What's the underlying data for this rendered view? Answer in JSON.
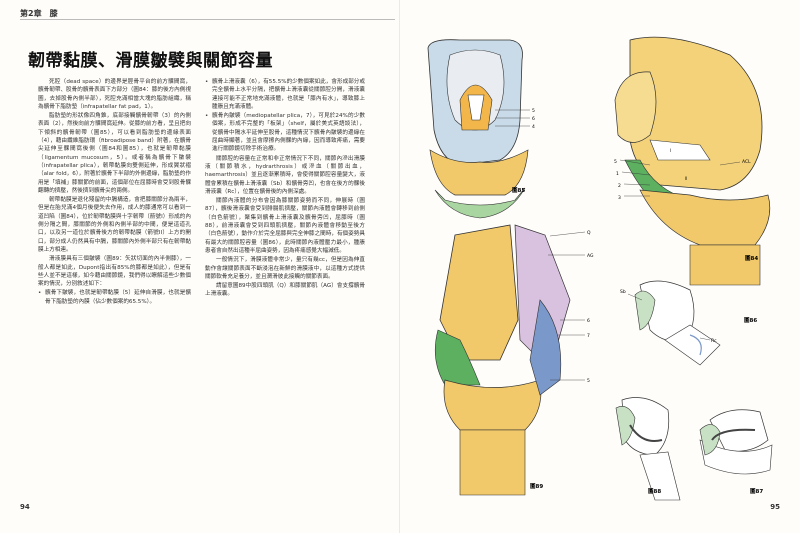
{
  "header": {
    "chapter": "第2章　膝"
  },
  "title": "韌帶黏膜、滑膜皺襞與關節容量",
  "left_col": [
    "死腔（dead space）的邊界是脛骨平台的前方髁間窩，髕骨韌帶、股骨的髕骨表面下方部分（圖84：膝的後方內側視圖，去掉股骨內側半部），死腔充滿相當大塊的脂肪組織，稱為髕骨下脂肪墊（infrapatellar fat pad，1）。",
    "脂肪墊的形狀像四角錐，底部接觸髕骨韌帶（3）的內側表面（2），然後向前方髁間窩延伸。從膝的前方看，呈且把向下傾斜的髕骨韌帶（圖85），可以看到脂肪墊的邊緣表面（4），藉由纖維脂肪環（fibroadipose band）附著，在髕骨尖延伸至髁間窩後側（圖84和圖85），也就是韌帶黏膜（ligamentum mucosum，5）。或者稱為髕骨下皺襞（infrapatellar plica），韌帶黏膜向雙側延伸，形成翼狀褶（alar fold，6），附著於髕骨下半部的外側邊緣，脂肪墊的作用是「填補」膝關節的前面，這個部位在屈膝時會受到股骨髁翻轉的擠壓，然後擠到髕骨尖的兩側。",
    "韌帶黏膜是退化殘留的中膈構造，會把膝關節分為兩半，但是在胎兒滿4個月後便失去作用，成人的膝通常可以看到一道凹陷（圖84），位於韌帶黏膜與十字韌帶（箭號I）形成的內側分隔之間，膝關節的外側和內側半部的中間，便是這道孔口，以及另一道位於髕骨後方的韌帶黏膜（箭號II）上方的開口，部分成人仍然具有中膈，膝關節內外側半部只有在韌帶黏膜上方相連。",
    "滑液膜具有三個皺襞（圖89：矢狀切面的內半側膝），一般人都是如此，Dupont指出有85%的膝都是如此），但是有些人並不是這樣，如今藉由關節鏡，我們得以瞭解這些少數個案的情況，分別敘述如下：",
    "髕骨下皺襞，也就是韌帶黏膜（5）延伸自滑膜，也就是髕骨下脂肪墊的內膜（佔少數個案的65.5%）。"
  ],
  "right_col": [
    "髕骨上滑液囊（6），有55.5%的少數個案如此，會形成部分或完全髕骨上水平分隔，把髕骨上滑液囊從關節腔分開，滑液囊連接可能不正常地充滿液體，也就是「膝內有水」，導致膝上腫脹且充滿液體。",
    "髕骨內皺襞（mediopatellar plica，7），可見於24%的少數個案，形成不完整的「板架」（shelf，屬於美式英語談法），從髕骨中隔水平延伸至股骨，這種情況下髕骨內皺襞的邊緣在屈曲時顯著，並且會摩擦內側髁的內緣，因而導致疼痛，需要進行關節鏡切除手術治療。",
    "關節腔的容量在正常和非正常情況下不同，關節內滲出滑膜液（關節積水，hydrarthrosis）或滲血（關節出血，haemarthrosis）並且逐漸累積時，會使得關節腔容量變大，液體會累積在髕骨上滑液囊（Sb）和髕骨旁凹，也會在後方的髁後滑液囊（Rc），位置在髕骨後的內側深處。",
    "關節內液體的分布會因為膝關節姿勢而不同，伸展時（圖87），髕後滑液囊會受到腓腸肌擠壓，關節內液體會轉移到前側（白色箭號），聚集到髕骨上滑液囊及髕骨旁凹，屈膝時（圖88），前滑液囊會受到四頭肌擠壓，關節內液體會移動至後方（白色箭號），動作介於完全屈膝與完全伸膝之間時，有個姿勢具有最大的關節腔容量（圖86），此時關節內液體壓力最小，腫脹患者會自然出這種半屈曲姿勢，因為疼痛感覺大幅減低。",
    "一般情況下，滑膜液體非常少，量只有幾cc，但是因為伸直動作會讓關節表面不斷浸泡在新鮮的滑膜液中，以這種方式提供關節軟骨充足養分，並且潤滑彼此接觸的關節表面。",
    "請留意圖89中股四頭肌（Q）和膝關節肌（AG）會支撐髕骨上滑液囊。"
  ],
  "page_left": "94",
  "page_right": "95",
  "figures": {
    "fig84": "圖84",
    "fig85": "圖85",
    "fig86": "圖86",
    "fig87": "圖87",
    "fig88": "圖88",
    "fig89": "圖89"
  },
  "labels": {
    "f85": [
      "5",
      "6",
      "4"
    ],
    "f84": [
      "5",
      "1",
      "2",
      "3",
      "ACL",
      "I",
      "II"
    ],
    "f89": [
      "Q",
      "AG",
      "6",
      "7",
      "5"
    ],
    "f86": [
      "Sb",
      "Rc"
    ]
  }
}
